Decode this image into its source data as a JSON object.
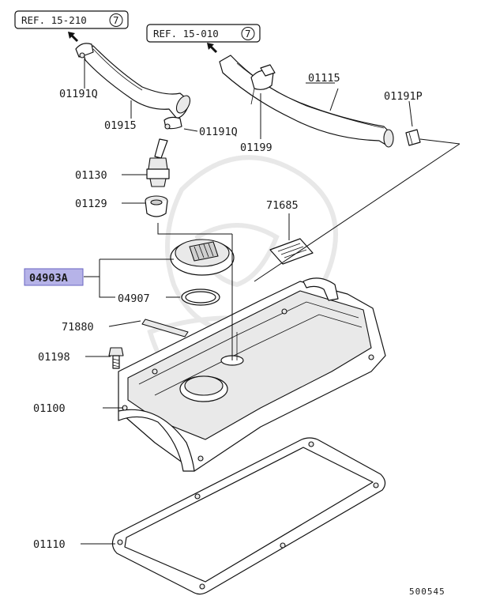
{
  "references": [
    {
      "prefix": "REF. 15-210",
      "circled": "7"
    },
    {
      "prefix": "REF. 15-010",
      "circled": "7"
    }
  ],
  "labels": {
    "p01191Q_top": "01191Q",
    "p01915": "01915",
    "p01191Q_mid": "01191Q",
    "p01115": "01115",
    "p01191P": "01191P",
    "p01199": "01199",
    "p01130": "01130",
    "p01129": "01129",
    "p71685": "71685",
    "p04903A": "04903A",
    "p04907": "04907",
    "p71880": "71880",
    "p01198": "01198",
    "p01100": "01100",
    "p01110": "01110"
  },
  "figure_number": "500545",
  "colors": {
    "highlight_fill": "#b6b3e8",
    "highlight_border": "#6a66c2",
    "line": "#111111"
  },
  "icons": {
    "arrow_up_left": "arrow-up-left-icon"
  }
}
